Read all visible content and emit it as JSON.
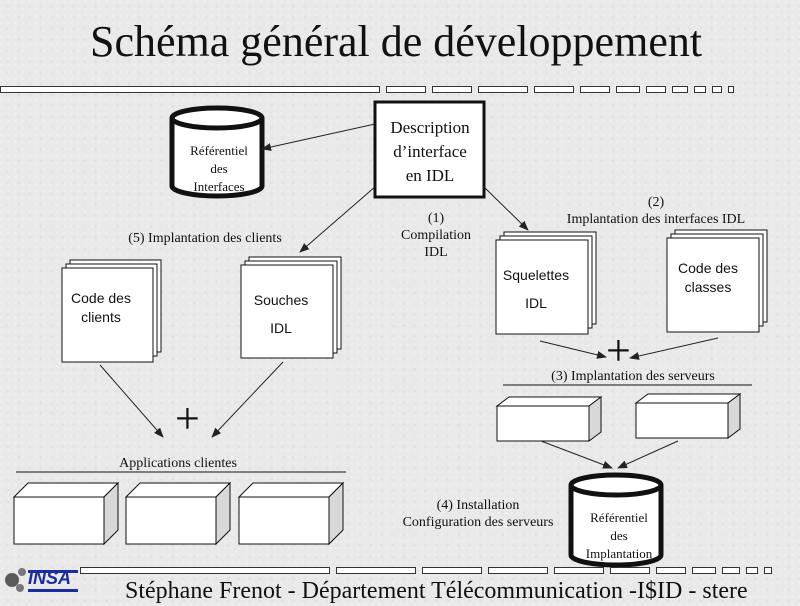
{
  "title": "Schéma général de développement",
  "footer": "Stéphane Frenot - Département Télécommunication -I$ID - stere",
  "logo_text": "INSA",
  "nodes": {
    "idl_description": [
      "Description",
      "d’interface",
      "en  IDL"
    ],
    "ref_interfaces": [
      "Référentiel",
      "des",
      "Interfaces"
    ],
    "ref_implantation": [
      "Référentiel",
      "des",
      "Implantation"
    ],
    "code_clients": [
      "Code des",
      "clients"
    ],
    "souches": [
      "Souches",
      "IDL"
    ],
    "squelettes": [
      "Squelettes",
      "IDL"
    ],
    "code_classes": [
      "Code des",
      "classes"
    ]
  },
  "steps": {
    "step1": [
      "(1)",
      "Compilation",
      "IDL"
    ],
    "step2": [
      "(2)",
      "Implantation des interfaces IDL"
    ],
    "step3": "(3) Implantation des serveurs",
    "step4": [
      "(4) Installation",
      "Configuration des serveurs"
    ],
    "step5": "(5) Implantation des clients",
    "applications": "Applications clientes"
  },
  "plus": "+"
}
